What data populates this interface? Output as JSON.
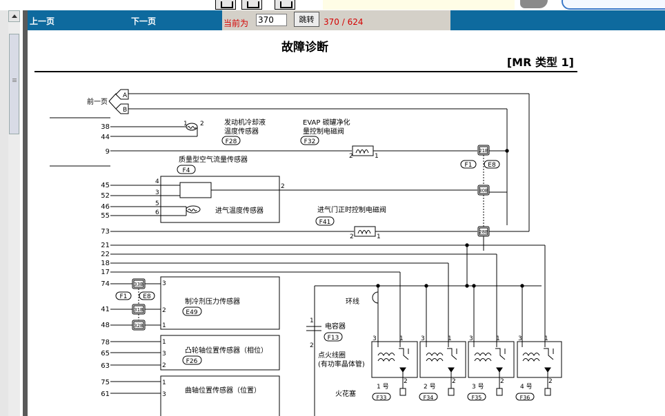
{
  "nav": {
    "prev_label": "上一页",
    "next_label": "下一页",
    "current_label": "当前为",
    "page_value": "370",
    "jump_label": "跳转",
    "page_count": "370 / 624"
  },
  "document": {
    "title": "故障诊断",
    "model": "[MR 类型 1]",
    "prev_page_label": "前一页",
    "connectors": [
      "A",
      "B"
    ],
    "pins": [
      "38",
      "44",
      "9",
      "45",
      "52",
      "46",
      "55",
      "73",
      "21",
      "22",
      "18",
      "17",
      "74",
      "41",
      "48",
      "78",
      "65",
      "63",
      "75",
      "61"
    ],
    "components": [
      {
        "name": "发动机冷却液",
        "name2": "温度传感器",
        "code": "F28"
      },
      {
        "name": "EVAP 碳罐净化",
        "name2": "量控制电磁阀",
        "code": "F32"
      },
      {
        "name": "质量型空气流量传感器",
        "code": "F4"
      },
      {
        "name": "进气温度传感器"
      },
      {
        "name": "进气门正时控制电磁阀",
        "code": "F41"
      },
      {
        "name": "制冷剂压力传感器",
        "code": "E49"
      },
      {
        "name": "凸轮轴位置传感器（相位）",
        "code": "F26"
      },
      {
        "name": "曲轴位置传感器（位置）"
      },
      {
        "name": "环线"
      },
      {
        "name": "电容器",
        "code": "F13"
      },
      {
        "name": "点火线圈",
        "name2": "(有功率晶体管)"
      },
      {
        "name": "火花塞"
      }
    ],
    "joints": [
      "21B",
      "30B",
      "28B",
      "33B",
      "31B",
      "32B"
    ],
    "harness_codes": [
      "F1",
      "E8"
    ],
    "coil_labels": [
      "1 号",
      "2 号",
      "3 号",
      "4 号"
    ],
    "coil_codes": [
      "F33",
      "F34",
      "F35",
      "F36"
    ],
    "terminal_labels": [
      "1",
      "2",
      "3",
      "4",
      "5",
      "6"
    ]
  }
}
